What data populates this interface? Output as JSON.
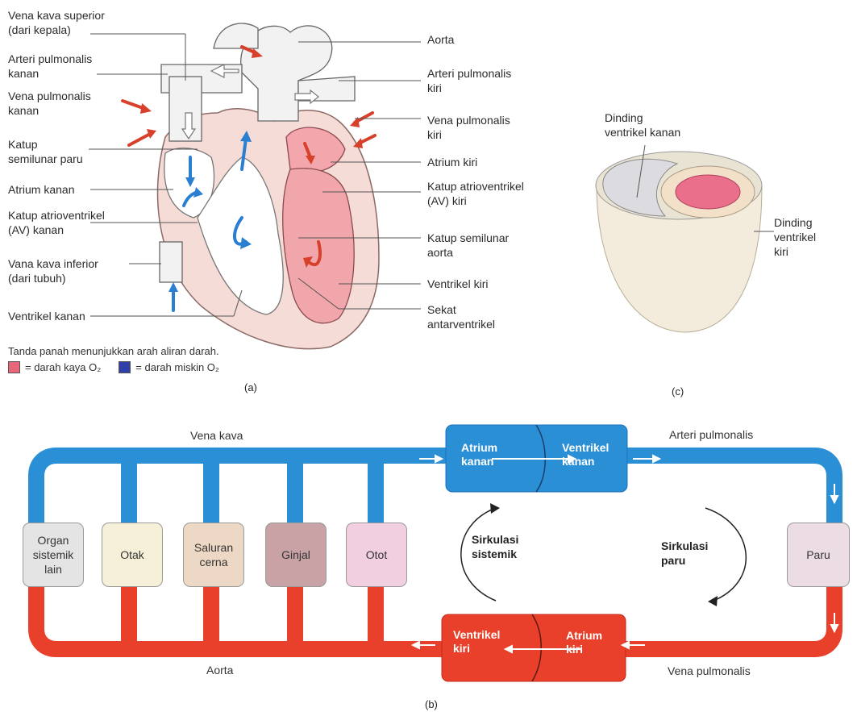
{
  "heart": {
    "labels_left": [
      "Vena kava superior\n(dari kepala)",
      "Arteri pulmonalis\nkanan",
      "Vena pulmonalis\nkanan",
      "Katup\nsemilunar paru",
      "Atrium kanan",
      "Katup atrioventrikel\n(AV) kanan",
      "Vana kava inferior\n(dari tubuh)",
      "Ventrikel kanan"
    ],
    "labels_right": [
      "Aorta",
      "Arteri pulmonalis\nkiri",
      "Vena pulmonalis\nkiri",
      "Atrium kiri",
      "Katup atrioventrikel\n(AV) kiri",
      "Katup semilunar\naorta",
      "Ventrikel kiri",
      "Sekat\nantarventrikel"
    ],
    "note": "Tanda panah menunjukkan arah aliran darah.",
    "legend_rich": "= darah kaya O₂",
    "legend_poor": "= darah miskin O₂",
    "panel": "(a)"
  },
  "section": {
    "label_top": "Dinding\nventrikel kanan",
    "label_right": "Dinding\nventrikel\nkiri",
    "panel": "(c)"
  },
  "circulation": {
    "boxes": [
      {
        "label": "Organ\nsistemik\nlain",
        "color": "#e4e4e4"
      },
      {
        "label": "Otak",
        "color": "#f7f0d8"
      },
      {
        "label": "Saluran\ncerna",
        "color": "#ecd8c4"
      },
      {
        "label": "Ginjal",
        "color": "#c9a2a6"
      },
      {
        "label": "Otot",
        "color": "#f1cfe0"
      },
      {
        "label": "Paru",
        "color": "#ecdde4"
      }
    ],
    "atrium_kanan": "Atrium\nkanan",
    "ventrikel_kanan": "Ventrikel\nkanan",
    "ventrikel_kiri": "Ventrikel\nkiri",
    "atrium_kiri": "Atrium\nkiri",
    "sistemik": "Sirkulasi\nsistemik",
    "paru": "Sirkulasi\nparu",
    "vena_kava": "Vena kava",
    "arteri_pulmonalis": "Arteri pulmonalis",
    "aorta": "Aorta",
    "vena_pulmonalis": "Vena pulmonalis",
    "panel": "(b)",
    "colors": {
      "blue": "#2b8fd6",
      "red": "#e8402a",
      "blue_dark": "#1f72bd",
      "red_dark": "#d9301c"
    }
  }
}
